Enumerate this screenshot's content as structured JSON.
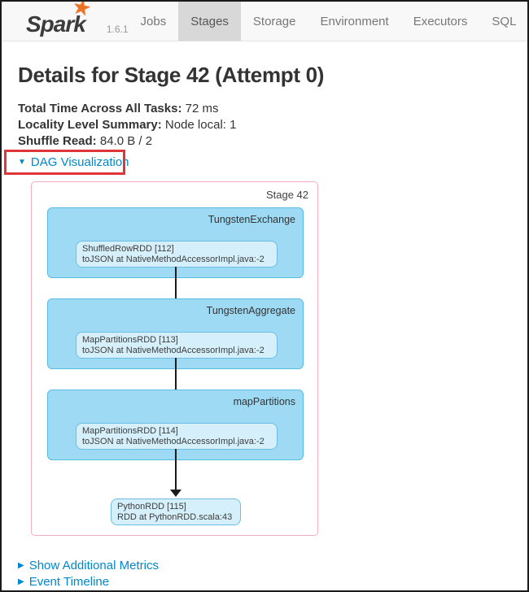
{
  "navbar": {
    "brand": "Spark",
    "version": "1.6.1",
    "tabs": [
      {
        "label": "Jobs",
        "active": false
      },
      {
        "label": "Stages",
        "active": true
      },
      {
        "label": "Storage",
        "active": false
      },
      {
        "label": "Environment",
        "active": false
      },
      {
        "label": "Executors",
        "active": false
      },
      {
        "label": "SQL",
        "active": false
      }
    ]
  },
  "page": {
    "title": "Details for Stage 42 (Attempt 0)",
    "summary": [
      {
        "label": "Total Time Across All Tasks:",
        "value": "72 ms"
      },
      {
        "label": "Locality Level Summary:",
        "value": "Node local: 1"
      },
      {
        "label": "Shuffle Read:",
        "value": "84.0 B / 2"
      }
    ],
    "toggles": {
      "dag": "DAG Visualization",
      "metrics": "Show Additional Metrics",
      "timeline": "Event Timeline"
    }
  },
  "dag": {
    "stage_label": "Stage 42",
    "clusters": [
      {
        "label": "TungstenExchange",
        "node": {
          "line1": "ShuffledRowRDD [112]",
          "line2": "toJSON at NativeMethodAccessorImpl.java:-2"
        }
      },
      {
        "label": "TungstenAggregate",
        "node": {
          "line1": "MapPartitionsRDD [113]",
          "line2": "toJSON at NativeMethodAccessorImpl.java:-2"
        }
      },
      {
        "label": "mapPartitions",
        "node": {
          "line1": "MapPartitionsRDD [114]",
          "line2": "toJSON at NativeMethodAccessorImpl.java:-2"
        }
      }
    ],
    "output_node": {
      "line1": "PythonRDD [115]",
      "line2": "RDD at PythonRDD.scala:43"
    }
  },
  "icons": {
    "star": "★",
    "triangle_down": "▼",
    "triangle_right": "▶"
  },
  "colors": {
    "link_blue": "#0088cc",
    "spark_orange": "#ed7224",
    "annotation_red": "#e0363a",
    "cluster_fill": "#9edaf3",
    "cluster_border": "#56bce4",
    "node_fill": "#d6f0fb",
    "node_border": "#6cbee4",
    "stage_border_pink": "#f7aebc",
    "active_tab_bg": "#d8d8d8"
  }
}
